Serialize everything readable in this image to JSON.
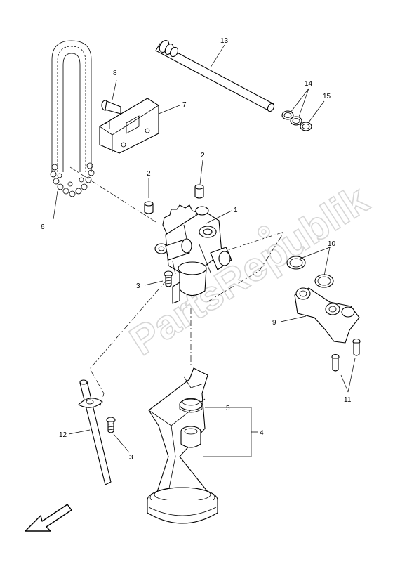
{
  "watermark": "PartsRepublik",
  "callouts": {
    "c1": "1",
    "c2a": "2",
    "c2b": "2",
    "c3a": "3",
    "c3b": "3",
    "c4": "4",
    "c5": "5",
    "c6": "6",
    "c7": "7",
    "c8": "8",
    "c9": "9",
    "c10": "10",
    "c11": "11",
    "c12": "12",
    "c13": "13",
    "c14": "14",
    "c15": "15"
  },
  "icons": {
    "direction_arrow": "front-direction-arrow-icon",
    "watermark_gear": "gear-icon"
  }
}
